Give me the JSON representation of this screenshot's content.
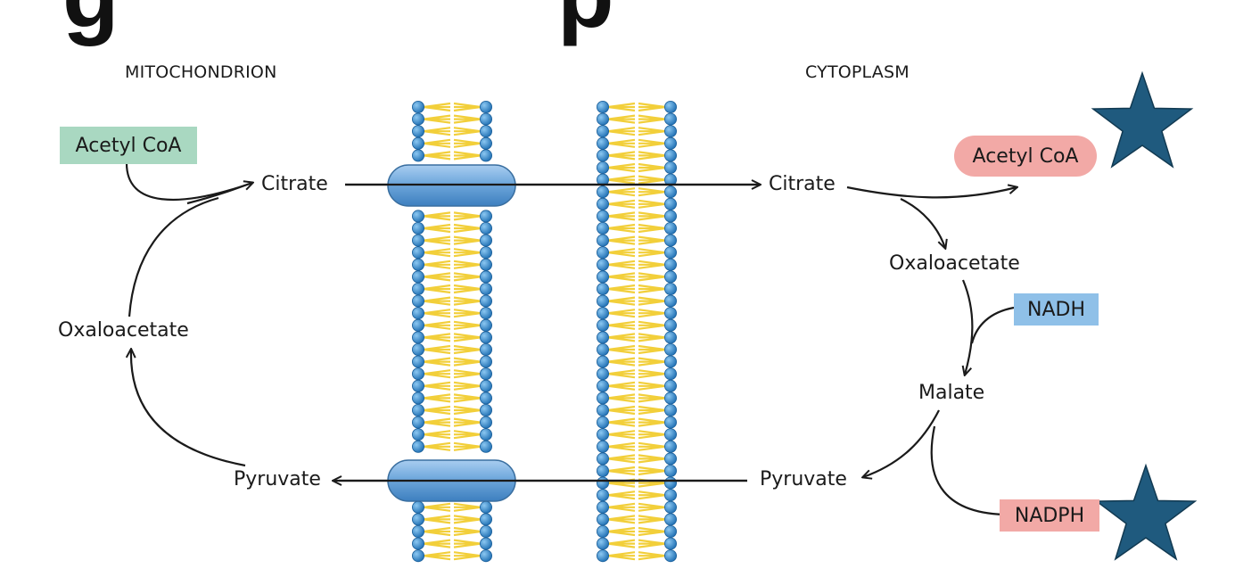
{
  "heading_cropped": "g p",
  "regions": {
    "left": "MITOCHONDRION",
    "right": "CYTOPLASM"
  },
  "mito": {
    "acetyl_coa": "Acetyl CoA",
    "citrate": "Citrate",
    "oxaloacetate": "Oxaloacetate",
    "pyruvate": "Pyruvate"
  },
  "cyto": {
    "citrate": "Citrate",
    "acetyl_coa": "Acetyl CoA",
    "oxaloacetate": "Oxaloacetate",
    "nadh": "NADH",
    "malate": "Malate",
    "pyruvate": "Pyruvate",
    "nadph": "NADPH"
  },
  "colors": {
    "acetyl_mito_box": "#a9d8c1",
    "acetyl_cyto_box": "#f2a9a6",
    "nadh_box": "#8fc0e8",
    "nadph_box": "#f2a9a6",
    "lipid_head": "#2f86c8",
    "lipid_tail": "#f2cf3a",
    "transporter": "#6fa8dc",
    "star": "#1f5a7e",
    "arrow": "#1a1a1a"
  }
}
